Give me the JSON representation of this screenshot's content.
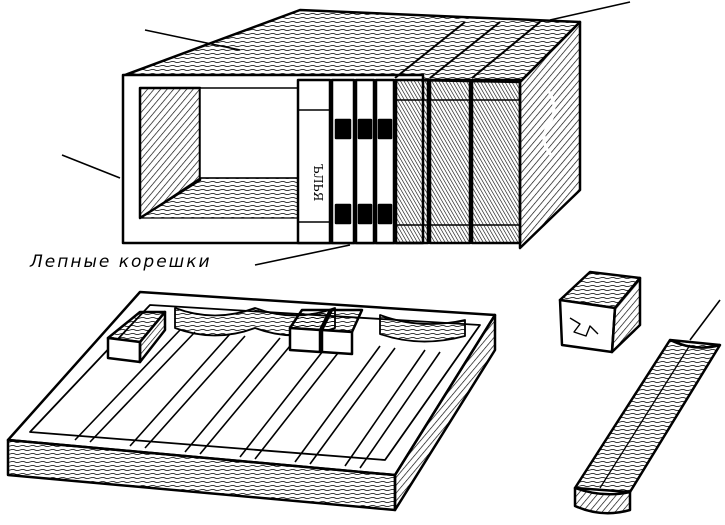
{
  "illustration": {
    "caption": "Лепные корешки",
    "ink": "#000000",
    "paper": "#ffffff",
    "pictures": [
      "book-box-with-molded-spines",
      "grooved-tray-with-spine-molds",
      "spine-mold-block",
      "curved-spine-strip"
    ]
  }
}
